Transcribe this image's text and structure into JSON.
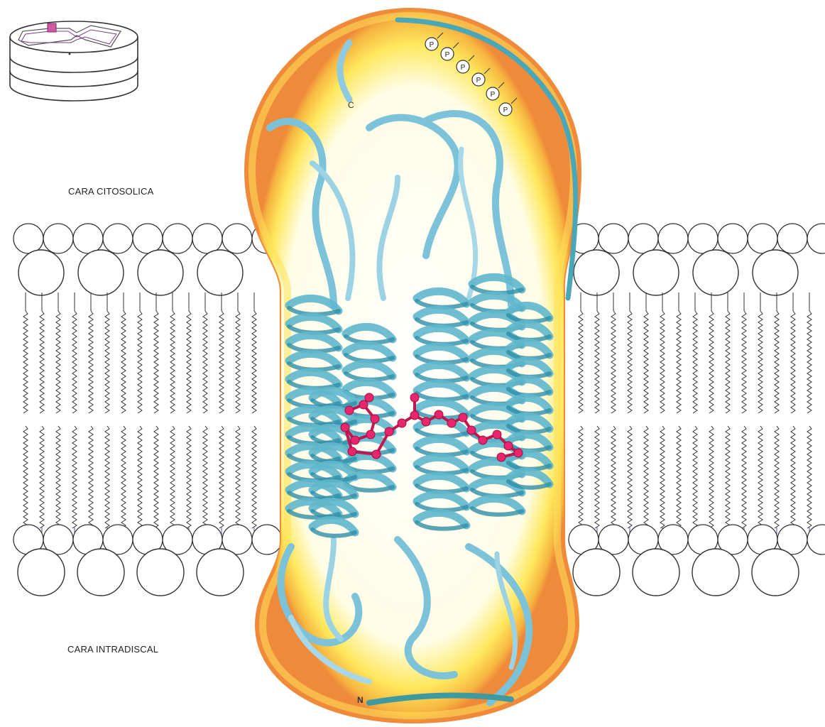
{
  "labels": {
    "cytosolic_face": "CARA CITOSOLICA",
    "intradiscal_face": "CARA INTRADISCAL",
    "c_terminus": "C",
    "n_terminus": "N",
    "phosphate": "P"
  },
  "phosphate_count": 6,
  "colors": {
    "helix": "#5fb7cc",
    "helix_dark": "#2f8fa8",
    "envelope_inner": "#fffde8",
    "envelope_mid": "#ffe65a",
    "envelope_outer": "#ef9a3a",
    "retinal": "#e8266e",
    "disc_marker": "#d45aa0",
    "line": "#333333"
  }
}
